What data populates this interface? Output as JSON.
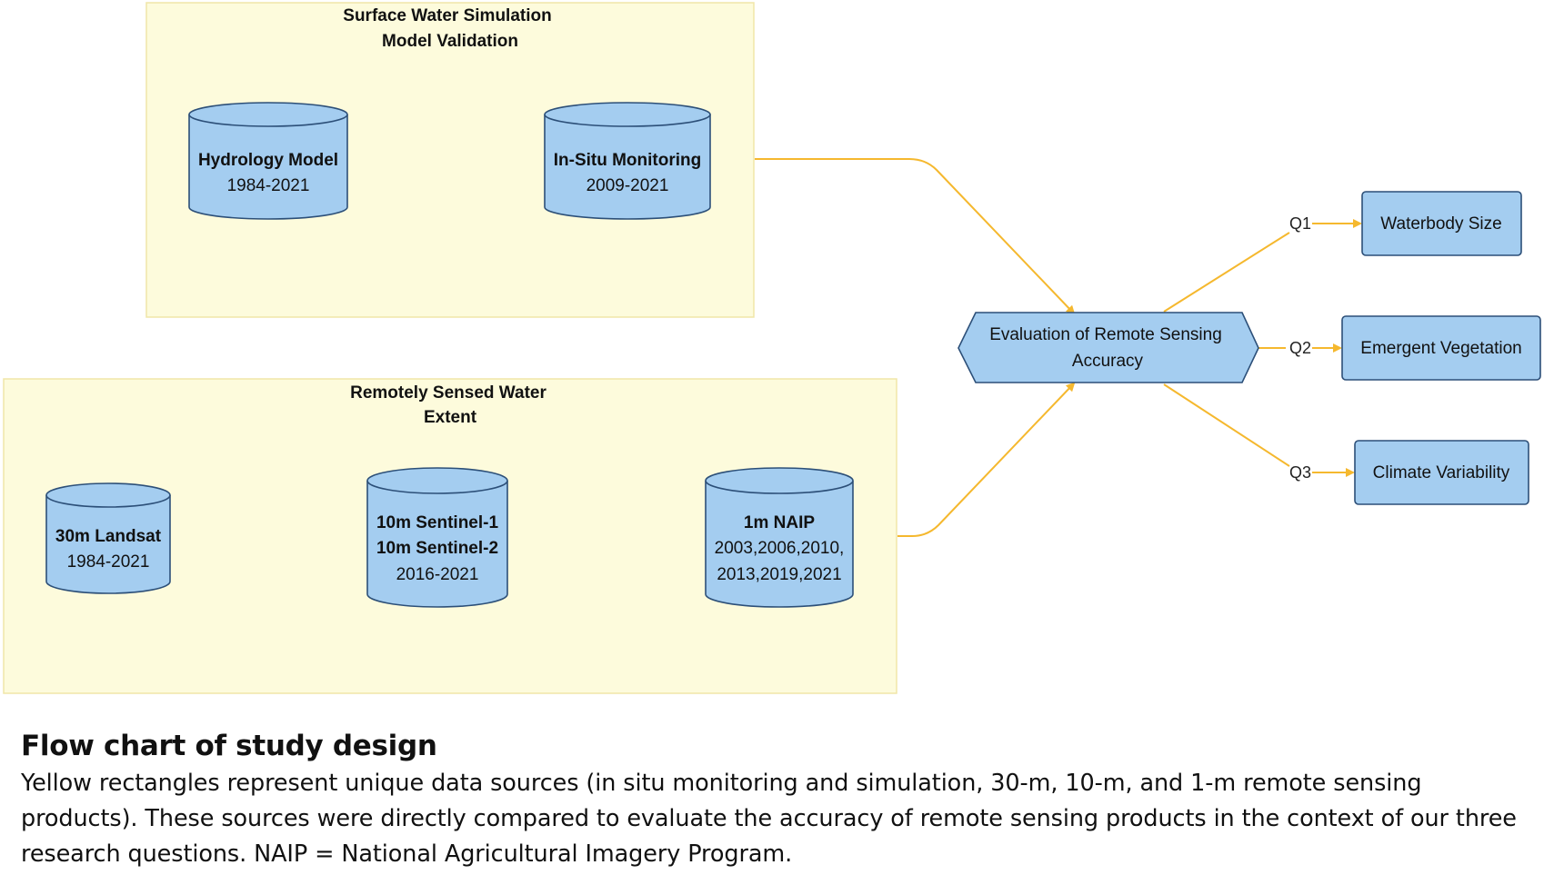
{
  "groups": {
    "surface": {
      "title_line1": "Surface Water Simulation",
      "title_line2": "Model Validation"
    },
    "remote": {
      "title_line1": "Remotely Sensed Water",
      "title_line2": "Extent"
    }
  },
  "cylinders": {
    "hydrology": {
      "title": "Hydrology Model",
      "years": "1984-2021"
    },
    "insitu": {
      "title": "In-Situ Monitoring",
      "years": "2009-2021"
    },
    "landsat": {
      "title": "30m Landsat",
      "years": "1984-2021"
    },
    "sentinel": {
      "title1": "10m Sentinel-1",
      "title2": "10m Sentinel-2",
      "years": "2016-2021"
    },
    "naip": {
      "title": "1m NAIP",
      "years1": "2003,2006,2010,",
      "years2": "2013,2019,2021"
    }
  },
  "evaluation": {
    "line1": "Evaluation of Remote Sensing",
    "line2": "Accuracy"
  },
  "questions": [
    {
      "label": "Q1",
      "outcome": "Waterbody Size"
    },
    {
      "label": "Q2",
      "outcome": "Emergent Vegetation"
    },
    {
      "label": "Q3",
      "outcome": "Climate Variability"
    }
  ],
  "colors": {
    "group_fill": "#fdfbdc",
    "group_border": "#f0e6a8",
    "node_fill": "#a4cdf0",
    "node_stroke": "#2c4f78",
    "arrow": "#f5b82e"
  },
  "caption": {
    "heading": "Flow chart of study design",
    "body": "Yellow rectangles represent unique data sources (in situ monitoring and simulation, 30-m, 10-m, and 1-m remote sensing products). These sources were directly compared to evaluate the accuracy of remote sensing products in the context of our three research questions. NAIP = National Agricultural Imagery Program."
  }
}
